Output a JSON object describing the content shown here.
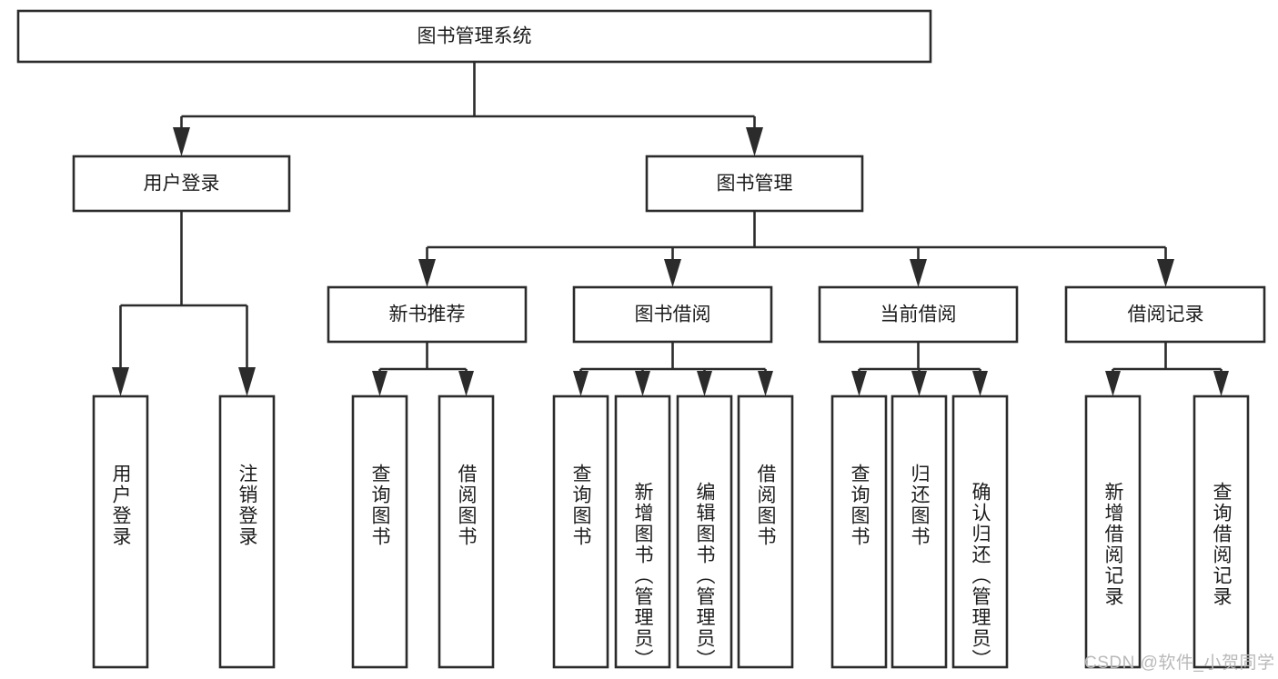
{
  "diagram": {
    "type": "hierarchy-tree",
    "title": "图书管理系统",
    "watermark": "CSDN @软件_小贺同学",
    "root": {
      "id": "root",
      "label": "图书管理系统"
    },
    "level1": [
      {
        "id": "user-login",
        "label": "用户登录"
      },
      {
        "id": "book-manage",
        "label": "图书管理"
      }
    ],
    "level2": [
      {
        "id": "new-book-rec",
        "label": "新书推荐",
        "parent": "book-manage"
      },
      {
        "id": "book-borrow",
        "label": "图书借阅",
        "parent": "book-manage"
      },
      {
        "id": "current-borrow",
        "label": "当前借阅",
        "parent": "book-manage"
      },
      {
        "id": "borrow-record",
        "label": "借阅记录",
        "parent": "book-manage"
      }
    ],
    "leaves": [
      {
        "id": "leaf-user-login",
        "label": "用户登录",
        "parent": "user-login"
      },
      {
        "id": "leaf-user-logout",
        "label": "注销登录",
        "parent": "user-login"
      },
      {
        "id": "leaf-query-book-rec",
        "label": "查询图书",
        "parent": "new-book-rec"
      },
      {
        "id": "leaf-borrow-book-rec",
        "label": "借阅图书",
        "parent": "new-book-rec"
      },
      {
        "id": "leaf-query-book-borrow",
        "label": "查询图书",
        "parent": "book-borrow"
      },
      {
        "id": "leaf-add-book",
        "label": "新增图书（管理员）",
        "parent": "book-borrow"
      },
      {
        "id": "leaf-edit-book",
        "label": "编辑图书（管理员）",
        "parent": "book-borrow"
      },
      {
        "id": "leaf-borrow-book",
        "label": "借阅图书",
        "parent": "book-borrow"
      },
      {
        "id": "leaf-query-book-current",
        "label": "查询图书",
        "parent": "current-borrow"
      },
      {
        "id": "leaf-return-book",
        "label": "归还图书",
        "parent": "current-borrow"
      },
      {
        "id": "leaf-confirm-return",
        "label": "确认归还（管理员）",
        "parent": "current-borrow"
      },
      {
        "id": "leaf-add-record",
        "label": "新增借阅记录",
        "parent": "borrow-record"
      },
      {
        "id": "leaf-query-record",
        "label": "查询借阅记录",
        "parent": "borrow-record"
      }
    ],
    "colors": {
      "stroke": "#2b2b2b",
      "fill": "#ffffff",
      "text": "#1c1c1c",
      "watermark": "#b9b9b9",
      "background": "#ffffff"
    }
  }
}
